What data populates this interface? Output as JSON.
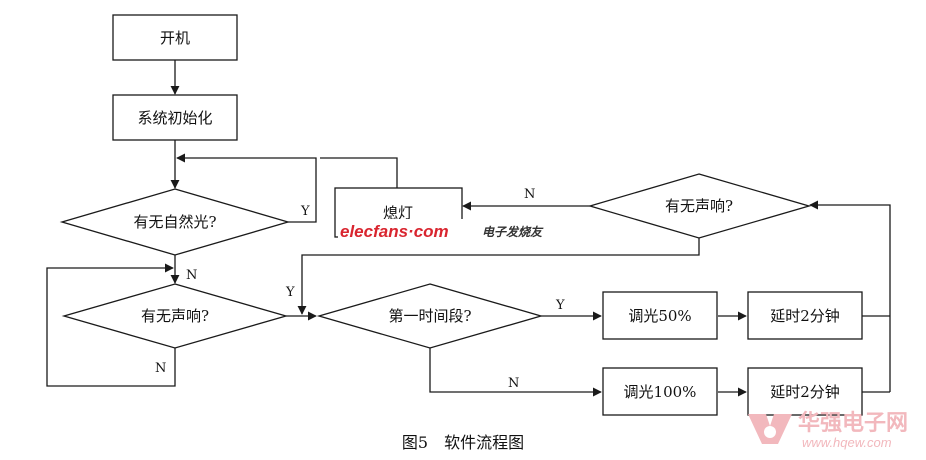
{
  "nodes": {
    "power_on": "开机",
    "init": "系统初始化",
    "natural_light": "有无自然光?",
    "light_off": "熄灯",
    "sound_left": "有无声响?",
    "sound_right": "有无声响?",
    "first_period": "第一时间段?",
    "dim50": "调光50%",
    "dim100": "调光100%",
    "delay_top": "延时2分钟",
    "delay_bottom": "延时2分钟"
  },
  "edges": {
    "natural_light_yes": "Y",
    "natural_light_no": "N",
    "sound_left_no": "N",
    "sound_right_no": "N",
    "sound_right_yes": "Y",
    "first_period_yes": "Y",
    "first_period_no": "N"
  },
  "caption": "图5　软件流程图",
  "watermarks": {
    "elecfans": "elecfans·com",
    "elecfans_cn": "电子发烧友",
    "hqew_logo": "华强电子网",
    "hqew_url": "www.hqew.com"
  },
  "colors": {
    "stroke": "#1a1a1a",
    "watermark_red": "#d9252f"
  }
}
